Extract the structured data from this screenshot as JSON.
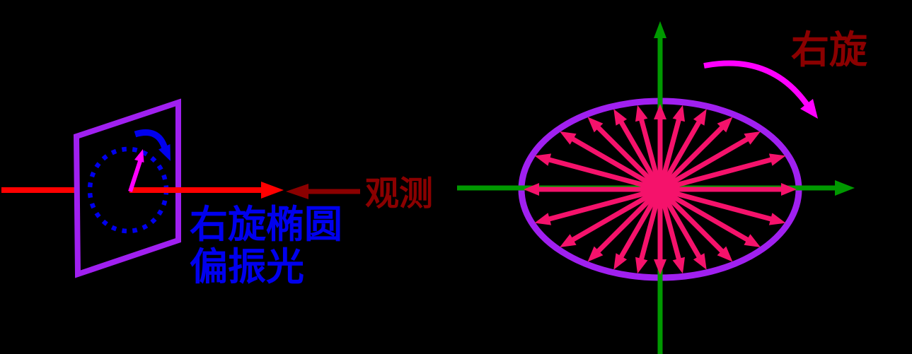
{
  "labels": {
    "polarization_line1": "右旋椭圆",
    "polarization_line2": "偏振光",
    "observe": "观测",
    "rotation": "右旋"
  },
  "colors": {
    "background": "#000000",
    "beam_red": "#FF0000",
    "dark_red": "#8B0000",
    "purple": "#A020F0",
    "axis_green": "#009900",
    "ray_pink": "#F5126B",
    "magenta": "#FF00FF",
    "blue": "#0000EE"
  },
  "diagram": {
    "type": "right-handed-elliptical-polarization",
    "rays": {
      "count": 24,
      "step_deg": 15
    }
  }
}
